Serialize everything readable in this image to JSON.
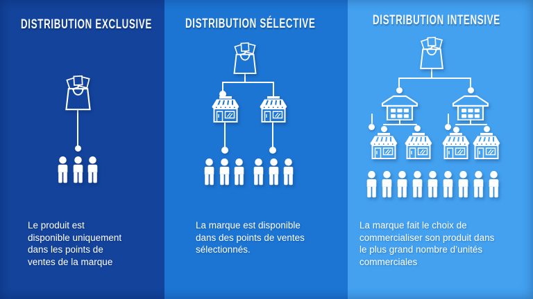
{
  "slide": {
    "colors": {
      "exclusive_bg": "#13439B",
      "selective_bg": "#1C75D3",
      "intensive_bg": "#43A1F0",
      "text": "#FFFFFF"
    }
  },
  "columns": [
    {
      "id": "exclusive",
      "title": "DISTRIBUTION EXCLUSIVE",
      "description": "Le produit est\ndisponible uniquement\ndans les points de\nventes de la marque",
      "icons": {
        "brand": "shopping-bag",
        "consumers_count": 3
      }
    },
    {
      "id": "selective",
      "title": "DISTRIBUTION SÉLECTIVE",
      "description": "La marque est disponible\ndans des points de ventes\nsélectionnés.",
      "icons": {
        "brand": "shopping-bag",
        "stores_count": 2,
        "consumer_groups": [
          3,
          3
        ]
      }
    },
    {
      "id": "intensive",
      "title": "DISTRIBUTION INTENSIVE",
      "description": "La marque fait le choix de\ncommercialiser son produit dans\nle plus grand nombre d’unités\ncommerciales",
      "icons": {
        "brand": "shopping-bag",
        "warehouses_count": 2,
        "stores_count": 4,
        "consumers_count": 9
      }
    }
  ]
}
